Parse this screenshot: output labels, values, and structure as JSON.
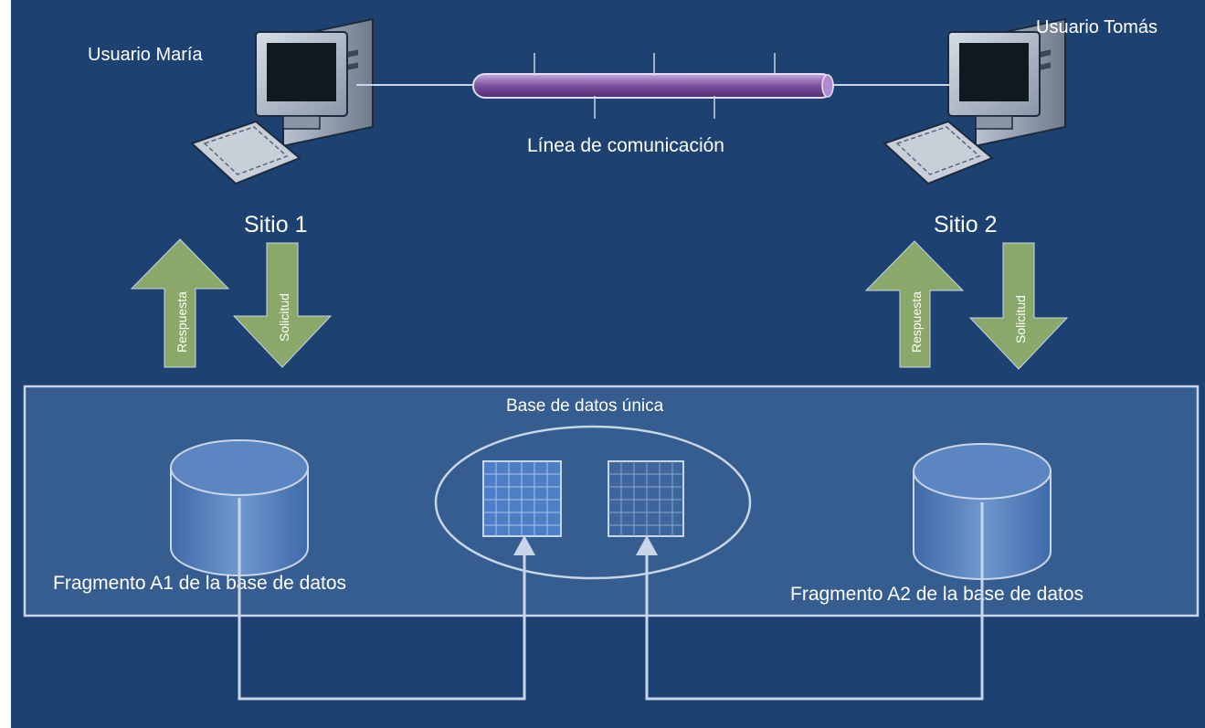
{
  "sites": {
    "site1": {
      "user_label": "Usuario María",
      "site_label": "Sitio 1"
    },
    "site2": {
      "user_label": "Usuario Tomás",
      "site_label": "Sitio 2"
    }
  },
  "link_label": "Línea de comunicación",
  "arrows": {
    "response_label": "Respuesta",
    "request_label": "Solicitud"
  },
  "database": {
    "title": "Base de datos única",
    "fragment_a1_label": "Fragmento A1 de la base de datos",
    "fragment_a2_label": "Fragmento A2 de la base de datos"
  },
  "colors": {
    "background": "#1d4272",
    "panel_border": "#c9d6e8",
    "arrow_fill": "#8aa86a",
    "pipe": "#8a5fae",
    "connector": "#c9d6e8"
  }
}
